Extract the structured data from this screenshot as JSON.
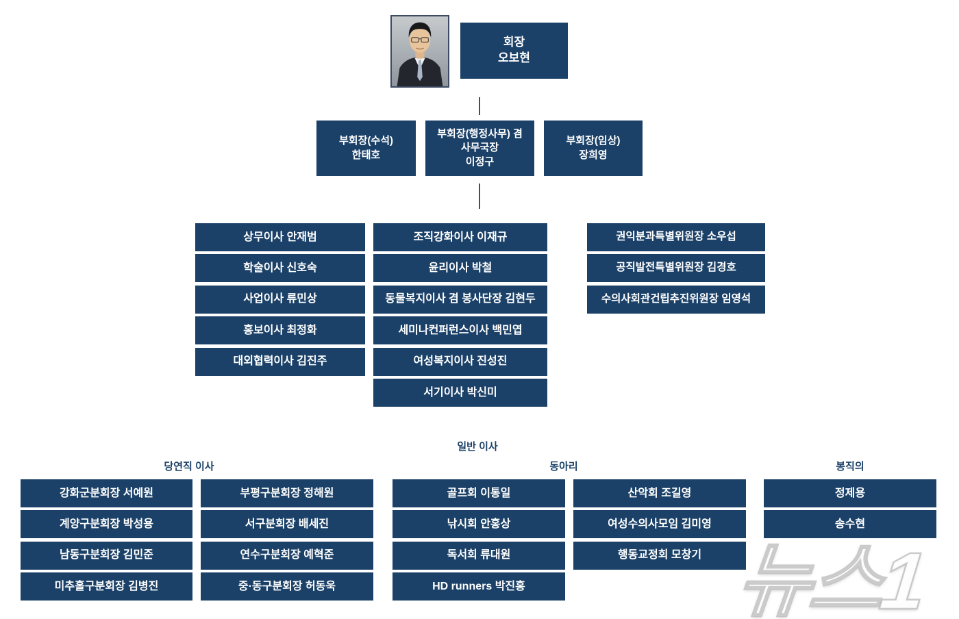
{
  "theme": {
    "navy": "#1b4168",
    "connector": "#4d4d4d",
    "label_text": "#1b4168"
  },
  "chairman": {
    "title": "회장",
    "name": "오보현",
    "photo_alt": "chairman-portrait"
  },
  "vice_chairmen": [
    {
      "lines": [
        "부회장(수석)",
        "한태호"
      ]
    },
    {
      "lines": [
        "부회장(행정사무) 겸",
        "사무국장",
        "이정구"
      ]
    },
    {
      "lines": [
        "부회장(임상)",
        "장희영"
      ]
    }
  ],
  "executive_columns": {
    "col1": [
      "상무이사 안재범",
      "학술이사 신호숙",
      "사업이사 류민상",
      "홍보이사 최정화",
      "대외협력이사 김진주"
    ],
    "col2": [
      "조직강화이사 이재규",
      "윤리이사 박철",
      "동물복지이사 겸 봉사단장 김현두",
      "세미나컨퍼런스이사 백민엽",
      "여성복지이사 진성진",
      "서기이사 박신미"
    ],
    "col3": [
      "권익분과특별위원장 소우섭",
      "공직발전특별위원장 김경호",
      "수의사회관건립추진위원장 임영석"
    ]
  },
  "section_labels": {
    "general_directors": "일반 이사",
    "ex_officio_directors": "당연직 이사",
    "clubs": "동아리",
    "employed_vets": "봉직의"
  },
  "bottom_columns": {
    "ex_officio_col1": [
      "강화군분회장 서예원",
      "계양구분회장 박성용",
      "남동구분회장 김민준",
      "미추홀구분회장 김병진"
    ],
    "ex_officio_col2": [
      "부평구분회장 정해원",
      "서구분회장 배세진",
      "연수구분회장 예혁준",
      "중·동구분회장 허동욱"
    ],
    "clubs_col1": [
      "골프회 이통일",
      "낚시회 안홍상",
      "독서회 류대원",
      "HD runners 박진홍"
    ],
    "clubs_col2": [
      "산악회 조길영",
      "여성수의사모임 김미영",
      "행동교정회 모창기"
    ],
    "employed_col": [
      "정제용",
      "송수현"
    ]
  },
  "watermark": {
    "text": "뉴스1"
  }
}
